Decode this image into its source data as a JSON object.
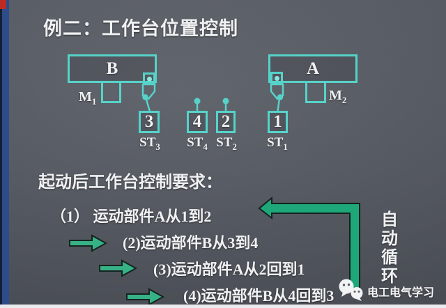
{
  "colors": {
    "teal": "#56d3c9",
    "teal_light": "#8ce5dd",
    "arrow_green": "#36b286",
    "elbow_green": "#1ea87a",
    "text": "#f0f1f2",
    "accent_red": "#bf2b24",
    "accent_blue": "#2d4c8a",
    "watermark": "#f3f3f3"
  },
  "title": "例二：工作台位置控制",
  "diagram": {
    "block_b": {
      "label": "B"
    },
    "block_a": {
      "label": "A"
    },
    "motor1": {
      "base": "M",
      "sub": "1"
    },
    "motor2": {
      "base": "M",
      "sub": "2"
    },
    "switches": [
      {
        "num": "3",
        "base": "ST",
        "sub": "3"
      },
      {
        "num": "4",
        "base": "ST",
        "sub": "4"
      },
      {
        "num": "2",
        "base": "ST",
        "sub": "2"
      },
      {
        "num": "1",
        "base": "ST",
        "sub": "1"
      }
    ]
  },
  "requirements": {
    "heading": "起动后工作台控制要求：",
    "items": [
      "（1） 运动部件A从1到2",
      "(2)运动部件B从3到4",
      "(3)运动部件A从2回到1",
      "(4)运动部件B从4回到3"
    ]
  },
  "side_note": "自动循环",
  "watermark": "电工电气学习"
}
